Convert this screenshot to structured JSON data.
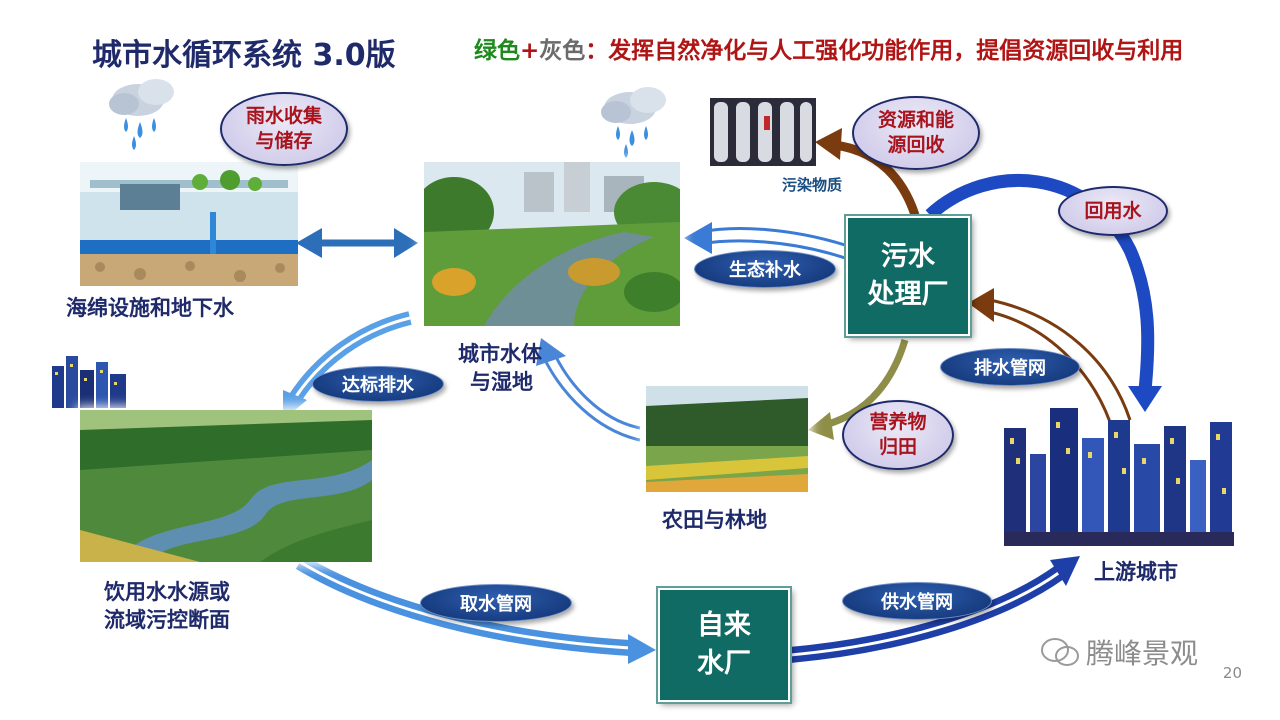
{
  "title": "城市水循环系统 3.0版",
  "subtitle": {
    "green": "绿色",
    "plus": "+",
    "gray": "灰色",
    "colon": "：",
    "text": "发挥自然净化与人工强化功能作用，提倡资源回收与利用"
  },
  "nodes": {
    "sponge": "海绵设施和地下水",
    "water_body_1": "城市水体",
    "water_body_2": "与湿地",
    "drinking_1": "饮用水水源或",
    "drinking_2": "流域污控断面",
    "farm": "农田与林地",
    "upstream_city": "上游城市",
    "pollutants": "污染物质",
    "sewage_plant": "污水\n处理厂",
    "water_plant": "自来\n水厂"
  },
  "pills": {
    "rain": "雨水收集\n与储存",
    "resource": "资源和能\n源回收",
    "reuse": "回用水",
    "eco": "生态补水",
    "drainage_net": "排水管网",
    "standard_discharge": "达标排水",
    "nutrient": "营养物\n归田",
    "intake_net": "取水管网",
    "supply_net": "供水管网"
  },
  "page_number": "20",
  "watermark": "腾峰景观",
  "colors": {
    "box_fill": "#0f6b63",
    "pill_blue": "#1a3f85",
    "pill_lavender": "#d6d2ee",
    "arrow_blue": "#1f4fb5",
    "arrow_brown": "#7a3b0f",
    "arrow_olive": "#8a8a3a",
    "title": "#1f2a6b",
    "subtitle_red": "#b01515",
    "subtitle_green": "#1e8a1e"
  }
}
